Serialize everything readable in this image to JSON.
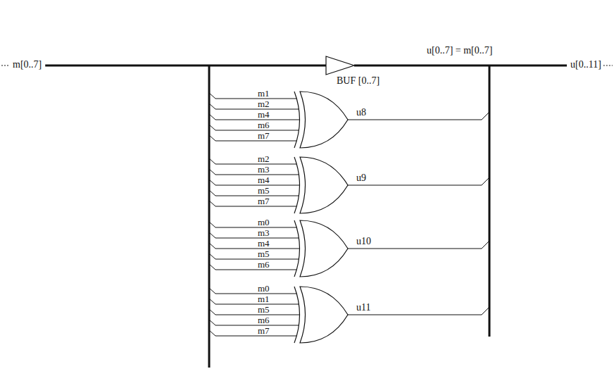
{
  "diagram": {
    "labels": [
      "m[0..7]",
      "u[0..7] = m[0..7]",
      "BUF [0..7]",
      "u[0..11]",
      "m1",
      "m2",
      "m4",
      "m6",
      "m7",
      "u8",
      "m2",
      "m3",
      "m4",
      "m5",
      "m7",
      "u9",
      "m0",
      "m3",
      "m4",
      "m5",
      "m6",
      "u10",
      "m0",
      "m1",
      "m5",
      "m6",
      "m7",
      "u11"
    ]
  }
}
